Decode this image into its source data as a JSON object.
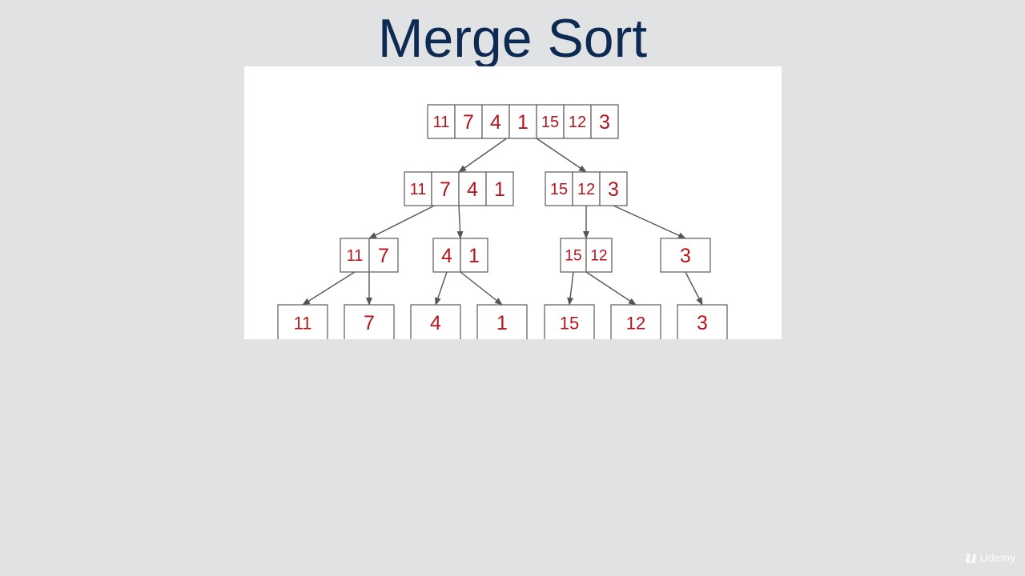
{
  "slide": {
    "title": "Merge Sort"
  },
  "diagram": {
    "nodes": [
      {
        "id": "n0",
        "level": 0,
        "values": [
          "11",
          "7",
          "4",
          "1",
          "15",
          "12",
          "3"
        ]
      },
      {
        "id": "n1",
        "level": 1,
        "values": [
          "11",
          "7",
          "4",
          "1"
        ]
      },
      {
        "id": "n2",
        "level": 1,
        "values": [
          "15",
          "12",
          "3"
        ]
      },
      {
        "id": "n3",
        "level": 2,
        "values": [
          "11",
          "7"
        ]
      },
      {
        "id": "n4",
        "level": 2,
        "values": [
          "4",
          "1"
        ]
      },
      {
        "id": "n5",
        "level": 2,
        "values": [
          "15",
          "12"
        ]
      },
      {
        "id": "n6",
        "level": 2,
        "values": [
          "3"
        ]
      },
      {
        "id": "n7",
        "level": 3,
        "values": [
          "11"
        ]
      },
      {
        "id": "n8",
        "level": 3,
        "values": [
          "7"
        ]
      },
      {
        "id": "n9",
        "level": 3,
        "values": [
          "4"
        ]
      },
      {
        "id": "n10",
        "level": 3,
        "values": [
          "1"
        ]
      },
      {
        "id": "n11",
        "level": 3,
        "values": [
          "15"
        ]
      },
      {
        "id": "n12",
        "level": 3,
        "values": [
          "12"
        ]
      },
      {
        "id": "n13",
        "level": 3,
        "values": [
          "3"
        ]
      }
    ],
    "edges": [
      [
        "n0",
        "n1"
      ],
      [
        "n0",
        "n2"
      ],
      [
        "n1",
        "n3"
      ],
      [
        "n1",
        "n4"
      ],
      [
        "n2",
        "n5"
      ],
      [
        "n2",
        "n6"
      ],
      [
        "n3",
        "n7"
      ],
      [
        "n3",
        "n8"
      ],
      [
        "n4",
        "n9"
      ],
      [
        "n4",
        "n10"
      ],
      [
        "n5",
        "n11"
      ],
      [
        "n5",
        "n12"
      ],
      [
        "n6",
        "n13"
      ]
    ],
    "colors": {
      "number": "#b3151c",
      "border": "#666666",
      "arrow": "#555555"
    }
  },
  "watermark": {
    "icon": "udemy-logo-icon",
    "text": "Udemy"
  },
  "colors": {
    "background": "#e1e2e4",
    "title": "#0d2a52",
    "panel": "#ffffff"
  }
}
